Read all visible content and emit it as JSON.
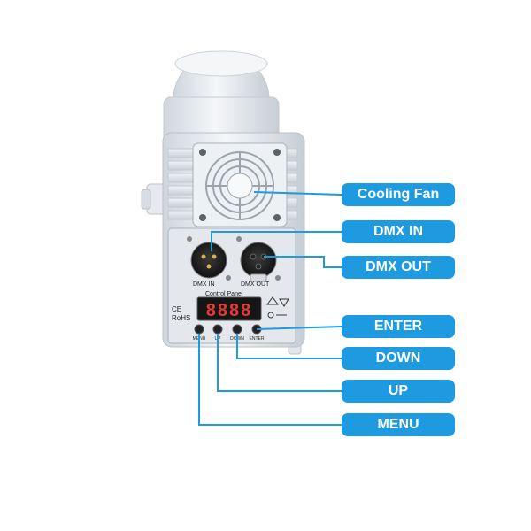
{
  "callouts": {
    "cooling_fan": "Cooling Fan",
    "dmx_in": "DMX IN",
    "dmx_out": "DMX OUT",
    "enter": "ENTER",
    "down": "DOWN",
    "up": "UP",
    "menu": "MENU"
  },
  "panel": {
    "dmx_in_label": "DMX IN",
    "dmx_out_label": "DMX OUT",
    "control_panel_label": "Control Panel",
    "display_value": "8888",
    "ce_mark": "CE",
    "rohs_mark": "RoHS",
    "btn_menu": "MENU",
    "btn_up": "UP",
    "btn_down": "DOWN",
    "btn_enter": "ENTER"
  },
  "colors": {
    "callout_bg": "#1e9ae0",
    "leader_line": "#1e9ae0",
    "display_digits": "#e53935",
    "housing": "#e9edf1"
  }
}
